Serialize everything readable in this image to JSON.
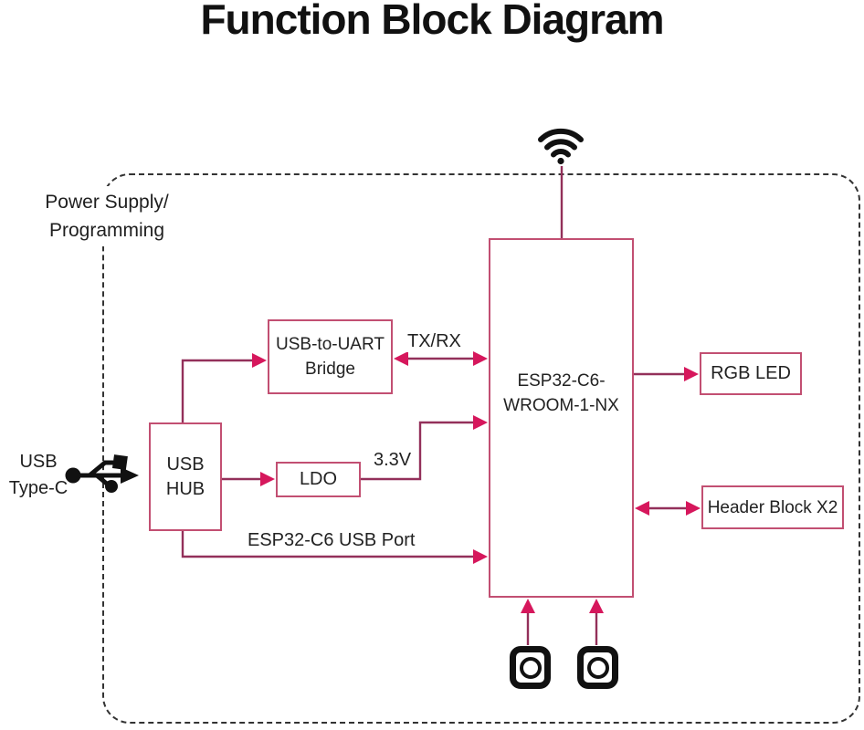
{
  "title": "Function Block Diagram",
  "boundary": {
    "label_line1": "Power Supply/",
    "label_line2": "Programming"
  },
  "external": {
    "usb_label_line1": "USB",
    "usb_label_line2": "Type-C"
  },
  "blocks": {
    "usb_hub": {
      "line1": "USB",
      "line2": "HUB"
    },
    "usb_uart": {
      "line1": "USB-to-UART",
      "line2": "Bridge"
    },
    "ldo": {
      "label": "LDO"
    },
    "esp32": {
      "line1": "ESP32-C6-",
      "line2": "WROOM-1-NX"
    },
    "rgb_led": {
      "label": "RGB LED"
    },
    "header_block": {
      "label": "Header Block X2"
    }
  },
  "edge_labels": {
    "uart": "TX/RX",
    "power": "3.3V",
    "usb_port": "ESP32-C6 USB Port"
  },
  "icons": {
    "wifi": "wifi-antenna-icon",
    "usb_connector": "usb-trident-icon",
    "button_left": "push-button-icon",
    "button_right": "push-button-icon"
  },
  "colors": {
    "wire": "#93305a",
    "arrowhead": "#d6175c",
    "block_border": "#c24f72",
    "boundary_border": "#333333",
    "icon": "#111111",
    "text": "#1f1f1f"
  }
}
